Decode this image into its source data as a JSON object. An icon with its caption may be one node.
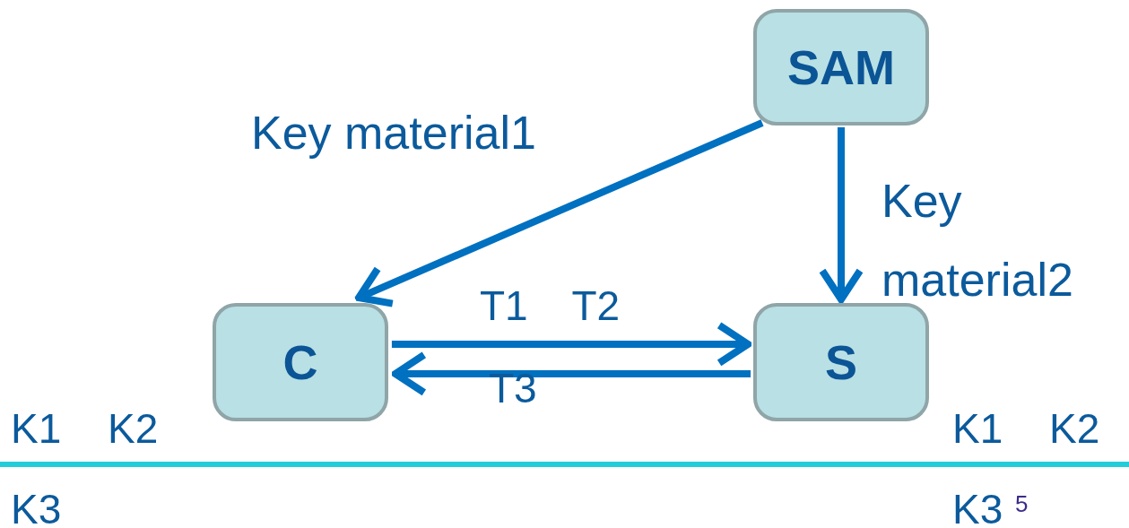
{
  "diagram": {
    "nodes": [
      {
        "text": [
          "SAM"
        ]
      },
      {
        "text": [
          "C"
        ]
      },
      {
        "text": [
          "S"
        ]
      }
    ],
    "edges": [
      {
        "from": 0,
        "to": 1,
        "arrow": "to",
        "label": "Key material1"
      },
      {
        "from": 0,
        "to": 2,
        "arrow": "to",
        "label": "Key material2"
      },
      {
        "from": 1,
        "to": 2,
        "arrow": "to",
        "label": "T1 T2"
      },
      {
        "from": 2,
        "to": 1,
        "arrow": "to",
        "label": "T3"
      }
    ],
    "labels": [
      "K1",
      "K2",
      "K1",
      "K2",
      "K3",
      "K3",
      "5"
    ]
  }
}
